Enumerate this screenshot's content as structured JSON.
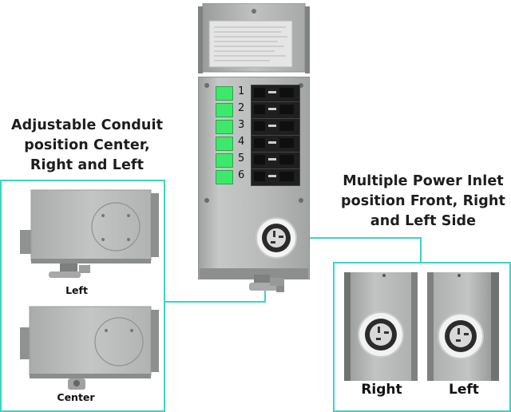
{
  "left_panel": {
    "heading_lines": [
      "Adjustable Conduit",
      "position Center,",
      "Right and Left"
    ],
    "captions": {
      "left": "Left",
      "center": "Center"
    }
  },
  "right_panel": {
    "heading_lines": [
      "Multiple Power Inlet",
      "position Front, Right",
      "and Left Side"
    ],
    "captions": {
      "right": "Right",
      "left": "Left"
    }
  },
  "switch_panel": {
    "circuit_numbers": [
      "1",
      "2",
      "3",
      "4",
      "5",
      "6"
    ]
  },
  "colors": {
    "accent": "#3ed3c4",
    "indicator_green": "#3ee86a",
    "enclosure_gray": "#b8bab9",
    "heading_text": "#1d1d1d"
  }
}
